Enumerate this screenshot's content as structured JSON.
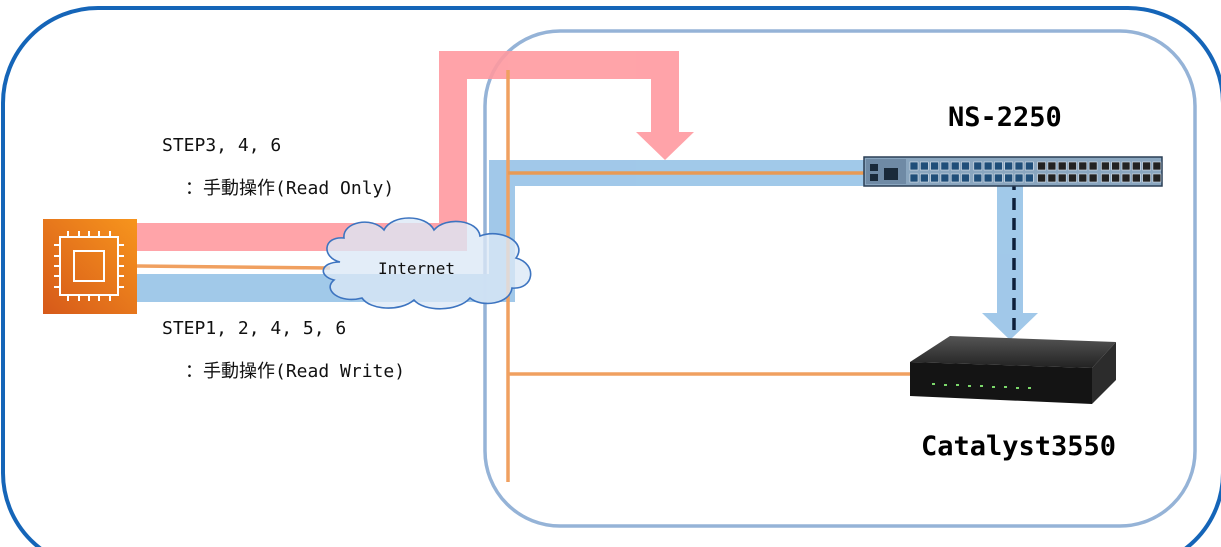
{
  "labels": {
    "readonly_steps": "STEP3, 4, 6",
    "readonly_desc": "：手動操作(Read Only)",
    "readwrite_steps": "STEP1, 2, 4, 5, 6",
    "readwrite_desc": "：手動操作(Read Write)",
    "internet": "Internet",
    "switch_name": "NS-2250",
    "router_name": "Catalyst3550"
  },
  "colors": {
    "outer_border": "#1565b8",
    "inner_border": "#95b3d7",
    "readonly_path": "#ff9aa0",
    "readwrite_path": "#9cc6e8",
    "console_line": "#f0a060",
    "ec2_gradient_start": "#f7951d",
    "ec2_gradient_end": "#d6591a"
  },
  "icons": {
    "server": "ec2-instance-icon",
    "cloud": "cloud-icon",
    "switch": "network-switch-icon",
    "router": "router-icon"
  }
}
